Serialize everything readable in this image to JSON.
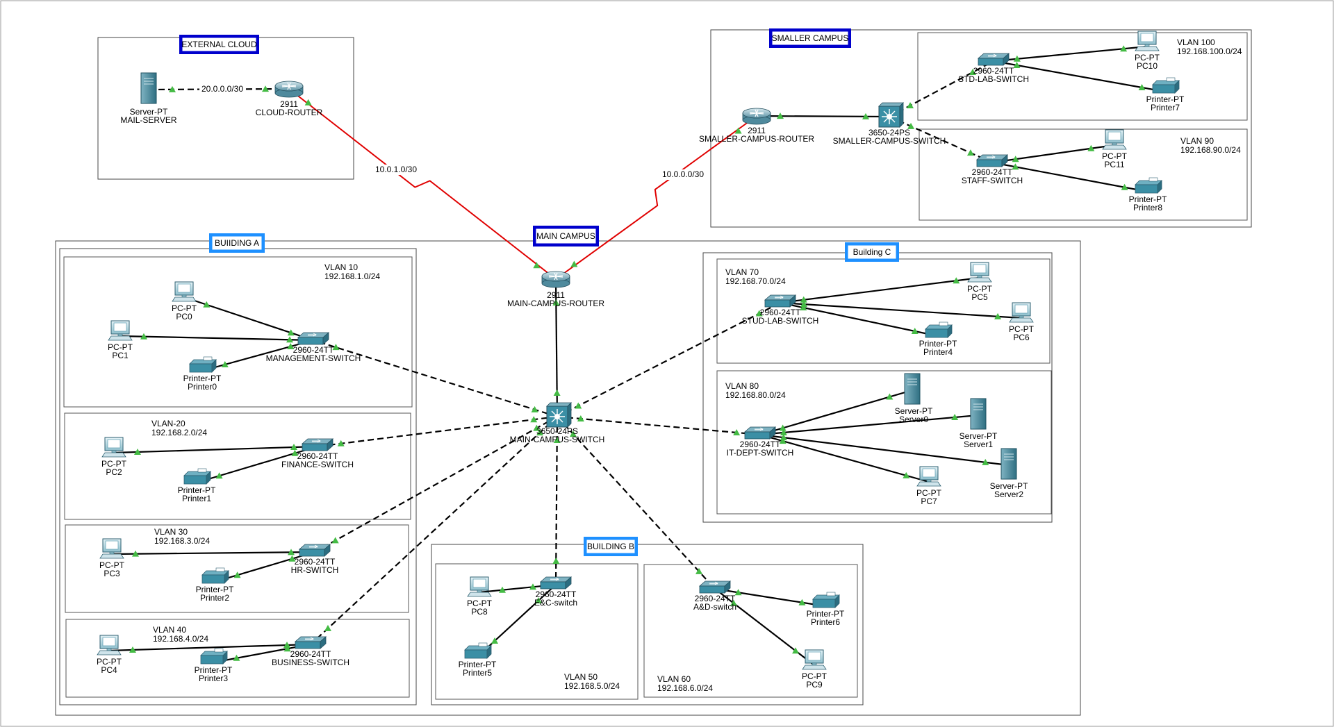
{
  "colors": {
    "zone_title_dark": "#0000cc",
    "zone_title_light": "#1e90ff",
    "cable_copper": "#000000",
    "cable_serial": "#e00000",
    "link_light": "#44bb44",
    "device_teal": "#3b8fa5"
  },
  "zones": [
    {
      "id": "external-cloud",
      "title": "EXTERNAL CLOUD",
      "style": "dark"
    },
    {
      "id": "smaller-campus",
      "title": "SMALLER CAMPUS",
      "style": "dark"
    },
    {
      "id": "main-campus",
      "title": "MAIN CAMPUS",
      "style": "dark"
    },
    {
      "id": "building-a",
      "title": "BUIIDING A",
      "style": "light"
    },
    {
      "id": "building-b",
      "title": "BUILDING B",
      "style": "light"
    },
    {
      "id": "building-c",
      "title": "Building C",
      "style": "light"
    }
  ],
  "vlans": [
    {
      "id": "vlan10",
      "name": "VLAN 10",
      "subnet": "192.168.1.0/24"
    },
    {
      "id": "vlan20",
      "name": "VLAN-20",
      "subnet": "192.168.2.0/24"
    },
    {
      "id": "vlan30",
      "name": "VLAN 30",
      "subnet": "192.168.3.0/24"
    },
    {
      "id": "vlan40",
      "name": "VLAN 40",
      "subnet": "192.168.4.0/24"
    },
    {
      "id": "vlan50",
      "name": "VLAN 50",
      "subnet": "192.168.5.0/24"
    },
    {
      "id": "vlan60",
      "name": "VLAN 60",
      "subnet": "192.168.6.0/24"
    },
    {
      "id": "vlan70",
      "name": "VLAN 70",
      "subnet": "192.168.70.0/24"
    },
    {
      "id": "vlan80",
      "name": "VLAN 80",
      "subnet": "192.168.80.0/24"
    },
    {
      "id": "vlan90",
      "name": "VLAN 90",
      "subnet": "192.168.90.0/24"
    },
    {
      "id": "vlan100",
      "name": "VLAN 100",
      "subnet": "192.168.100.0/24"
    }
  ],
  "devices": [
    {
      "id": "mail-server",
      "kind": "server",
      "model": "Server-PT",
      "name": "MAIL-SERVER"
    },
    {
      "id": "cloud-router",
      "kind": "router",
      "model": "2911",
      "name": "CLOUD-ROUTER"
    },
    {
      "id": "smaller-campus-router",
      "kind": "router",
      "model": "2911",
      "name": "SMALLER-CAMPUS-ROUTER"
    },
    {
      "id": "smaller-campus-switch",
      "kind": "mlswitch",
      "model": "3650-24PS",
      "name": "SMALLER-CAMPUS-SWITCH"
    },
    {
      "id": "std-lab-switch",
      "kind": "switch",
      "model": "2960-24TT",
      "name": "STD-LAB-SWITCH"
    },
    {
      "id": "staff-switch",
      "kind": "switch",
      "model": "2960-24TT",
      "name": "STAFF-SWITCH"
    },
    {
      "id": "pc10",
      "kind": "pc",
      "model": "PC-PT",
      "name": "PC10"
    },
    {
      "id": "printer7",
      "kind": "printer",
      "model": "Printer-PT",
      "name": "Printer7"
    },
    {
      "id": "pc11",
      "kind": "pc",
      "model": "PC-PT",
      "name": "PC11"
    },
    {
      "id": "printer8",
      "kind": "printer",
      "model": "Printer-PT",
      "name": "Printer8"
    },
    {
      "id": "main-campus-router",
      "kind": "router",
      "model": "2911",
      "name": "MAIN-CAMPUS-ROUTER"
    },
    {
      "id": "main-campus-switch",
      "kind": "mlswitch",
      "model": "3650-24PS",
      "name": "MAIN-CAMPUS-SWITCH"
    },
    {
      "id": "pc0",
      "kind": "pc",
      "model": "PC-PT",
      "name": "PC0"
    },
    {
      "id": "pc1",
      "kind": "pc",
      "model": "PC-PT",
      "name": "PC1"
    },
    {
      "id": "printer0",
      "kind": "printer",
      "model": "Printer-PT",
      "name": "Printer0"
    },
    {
      "id": "management-switch",
      "kind": "switch",
      "model": "2960-24TT",
      "name": "MANAGEMENT-SWITCH"
    },
    {
      "id": "pc2",
      "kind": "pc",
      "model": "PC-PT",
      "name": "PC2"
    },
    {
      "id": "printer1",
      "kind": "printer",
      "model": "Printer-PT",
      "name": "Printer1"
    },
    {
      "id": "finance-switch",
      "kind": "switch",
      "model": "2960-24TT",
      "name": "FINANCE-SWITCH"
    },
    {
      "id": "pc3",
      "kind": "pc",
      "model": "PC-PT",
      "name": "PC3"
    },
    {
      "id": "printer2",
      "kind": "printer",
      "model": "Printer-PT",
      "name": "Printer2"
    },
    {
      "id": "hr-switch",
      "kind": "switch",
      "model": "2960-24TT",
      "name": "HR-SWITCH"
    },
    {
      "id": "pc4",
      "kind": "pc",
      "model": "PC-PT",
      "name": "PC4"
    },
    {
      "id": "printer3",
      "kind": "printer",
      "model": "Printer-PT",
      "name": "Printer3"
    },
    {
      "id": "business-switch",
      "kind": "switch",
      "model": "2960-24TT",
      "name": "BUSINESS-SWITCH"
    },
    {
      "id": "pc8",
      "kind": "pc",
      "model": "PC-PT",
      "name": "PC8"
    },
    {
      "id": "printer5",
      "kind": "printer",
      "model": "Printer-PT",
      "name": "Printer5"
    },
    {
      "id": "ec-switch",
      "kind": "switch",
      "model": "2960-24TT",
      "name": "E&C-switch"
    },
    {
      "id": "ad-switch",
      "kind": "switch",
      "model": "2960-24TT",
      "name": "A&D-switch"
    },
    {
      "id": "printer6",
      "kind": "printer",
      "model": "Printer-PT",
      "name": "Printer6"
    },
    {
      "id": "pc9",
      "kind": "pc",
      "model": "PC-PT",
      "name": "PC9"
    },
    {
      "id": "stud-lab-switch",
      "kind": "switch",
      "model": "2960-24TT",
      "name": "STUD-LAB-SWITCH"
    },
    {
      "id": "pc5",
      "kind": "pc",
      "model": "PC-PT",
      "name": "PC5"
    },
    {
      "id": "pc6",
      "kind": "pc",
      "model": "PC-PT",
      "name": "PC6"
    },
    {
      "id": "printer4",
      "kind": "printer",
      "model": "Printer-PT",
      "name": "Printer4"
    },
    {
      "id": "it-dept-switch",
      "kind": "switch",
      "model": "2960-24TT",
      "name": "IT-DEPT-SWITCH"
    },
    {
      "id": "server0",
      "kind": "server",
      "model": "Server-PT",
      "name": "Server0"
    },
    {
      "id": "server1",
      "kind": "server",
      "model": "Server-PT",
      "name": "Server1"
    },
    {
      "id": "server2",
      "kind": "server",
      "model": "Server-PT",
      "name": "Server2"
    },
    {
      "id": "pc7",
      "kind": "pc",
      "model": "PC-PT",
      "name": "PC7"
    }
  ],
  "links": [
    {
      "from": "mail-server",
      "to": "cloud-router",
      "type": "dashed",
      "label": "20.0.0.0/30"
    },
    {
      "from": "cloud-router",
      "to": "main-campus-router",
      "type": "serial",
      "label": "10.0.1.0/30"
    },
    {
      "from": "smaller-campus-router",
      "to": "main-campus-router",
      "type": "serial",
      "label": "10.0.0.0/30"
    },
    {
      "from": "smaller-campus-router",
      "to": "smaller-campus-switch",
      "type": "solid",
      "label": ""
    },
    {
      "from": "smaller-campus-switch",
      "to": "std-lab-switch",
      "type": "dashed",
      "label": ""
    },
    {
      "from": "smaller-campus-switch",
      "to": "staff-switch",
      "type": "dashed",
      "label": ""
    },
    {
      "from": "std-lab-switch",
      "to": "pc10",
      "type": "solid",
      "label": ""
    },
    {
      "from": "std-lab-switch",
      "to": "printer7",
      "type": "solid",
      "label": ""
    },
    {
      "from": "staff-switch",
      "to": "pc11",
      "type": "solid",
      "label": ""
    },
    {
      "from": "staff-switch",
      "to": "printer8",
      "type": "solid",
      "label": ""
    },
    {
      "from": "main-campus-router",
      "to": "main-campus-switch",
      "type": "solid",
      "label": ""
    },
    {
      "from": "main-campus-switch",
      "to": "management-switch",
      "type": "dashed",
      "label": ""
    },
    {
      "from": "main-campus-switch",
      "to": "finance-switch",
      "type": "dashed",
      "label": ""
    },
    {
      "from": "main-campus-switch",
      "to": "hr-switch",
      "type": "dashed",
      "label": ""
    },
    {
      "from": "main-campus-switch",
      "to": "business-switch",
      "type": "dashed",
      "label": ""
    },
    {
      "from": "main-campus-switch",
      "to": "ec-switch",
      "type": "dashed",
      "label": ""
    },
    {
      "from": "main-campus-switch",
      "to": "ad-switch",
      "type": "dashed",
      "label": ""
    },
    {
      "from": "main-campus-switch",
      "to": "stud-lab-switch",
      "type": "dashed",
      "label": ""
    },
    {
      "from": "main-campus-switch",
      "to": "it-dept-switch",
      "type": "dashed",
      "label": ""
    },
    {
      "from": "management-switch",
      "to": "pc0",
      "type": "solid",
      "label": ""
    },
    {
      "from": "management-switch",
      "to": "pc1",
      "type": "solid",
      "label": ""
    },
    {
      "from": "management-switch",
      "to": "printer0",
      "type": "solid",
      "label": ""
    },
    {
      "from": "finance-switch",
      "to": "pc2",
      "type": "solid",
      "label": ""
    },
    {
      "from": "finance-switch",
      "to": "printer1",
      "type": "solid",
      "label": ""
    },
    {
      "from": "hr-switch",
      "to": "pc3",
      "type": "solid",
      "label": ""
    },
    {
      "from": "hr-switch",
      "to": "printer2",
      "type": "solid",
      "label": ""
    },
    {
      "from": "business-switch",
      "to": "pc4",
      "type": "solid",
      "label": ""
    },
    {
      "from": "business-switch",
      "to": "printer3",
      "type": "solid",
      "label": ""
    },
    {
      "from": "ec-switch",
      "to": "pc8",
      "type": "solid",
      "label": ""
    },
    {
      "from": "ec-switch",
      "to": "printer5",
      "type": "solid",
      "label": ""
    },
    {
      "from": "ad-switch",
      "to": "printer6",
      "type": "solid",
      "label": ""
    },
    {
      "from": "ad-switch",
      "to": "pc9",
      "type": "solid",
      "label": ""
    },
    {
      "from": "stud-lab-switch",
      "to": "pc5",
      "type": "solid",
      "label": ""
    },
    {
      "from": "stud-lab-switch",
      "to": "pc6",
      "type": "solid",
      "label": ""
    },
    {
      "from": "stud-lab-switch",
      "to": "printer4",
      "type": "solid",
      "label": ""
    },
    {
      "from": "it-dept-switch",
      "to": "server0",
      "type": "solid",
      "label": ""
    },
    {
      "from": "it-dept-switch",
      "to": "server1",
      "type": "solid",
      "label": ""
    },
    {
      "from": "it-dept-switch",
      "to": "server2",
      "type": "solid",
      "label": ""
    },
    {
      "from": "it-dept-switch",
      "to": "pc7",
      "type": "solid",
      "label": ""
    }
  ]
}
